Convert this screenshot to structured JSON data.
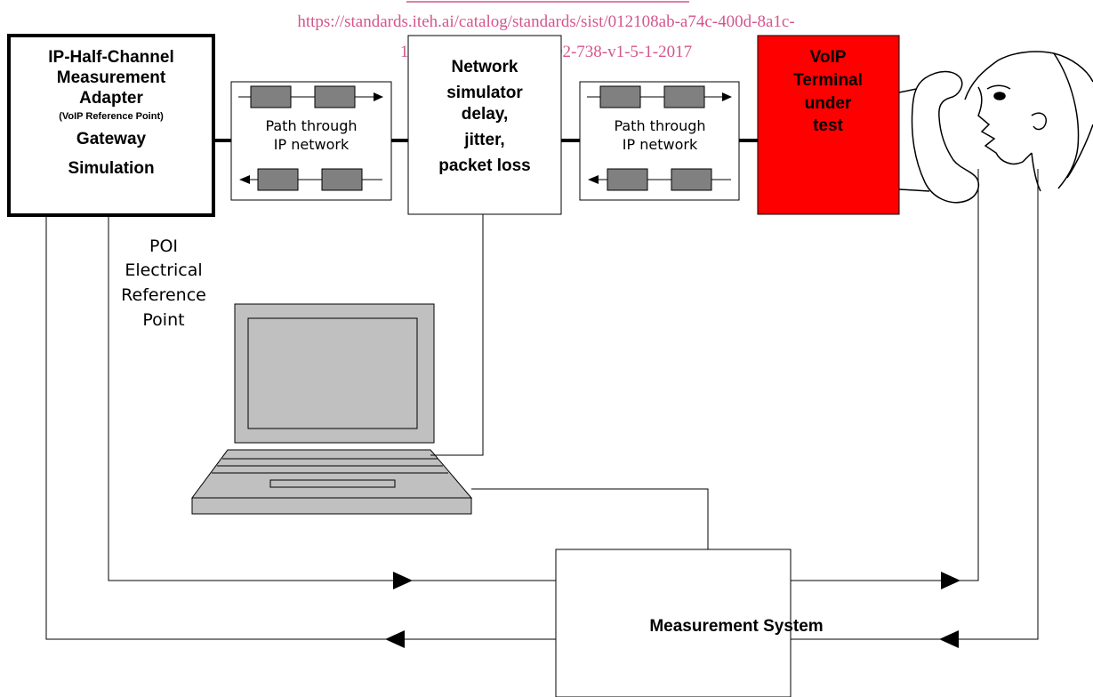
{
  "watermark": {
    "line1": "https://standards.iteh.ai/catalog/standards/sist/012108ab-a74c-400d-8a1c-",
    "line2": "1f91223aafe9/sist-es-202-738-v1-5-1-2017"
  },
  "adapter": {
    "line1": "IP-Half-Channel",
    "line2": "Measurement",
    "line3": "Adapter",
    "sub": "(VoIP Reference Point)",
    "line4": "Gateway",
    "line5": "Simulation"
  },
  "path_left": {
    "line1": "Path through",
    "line2": "IP network"
  },
  "simulator": {
    "line1": "Network",
    "line2": "simulator",
    "line3": "delay,",
    "line4": "jitter,",
    "line5": "packet loss"
  },
  "path_right": {
    "line1": "Path through",
    "line2": "IP network"
  },
  "terminal": {
    "line1": "VoIP",
    "line2": "Terminal",
    "line3": "under",
    "line4": "test",
    "fill": "#ff0000"
  },
  "poi": {
    "line1": "POI",
    "line2": "Electrical",
    "line3": "Reference",
    "line4": "Point"
  },
  "measurement_system": {
    "label": "Measurement System"
  },
  "colors": {
    "packet": "#808080",
    "laptop_body": "#c0c0c0",
    "watermark": "#d4558c"
  },
  "icons": [
    "laptop-icon",
    "telephone-handset-icon",
    "person-head-icon",
    "arrow-right-icon",
    "arrow-left-icon"
  ]
}
